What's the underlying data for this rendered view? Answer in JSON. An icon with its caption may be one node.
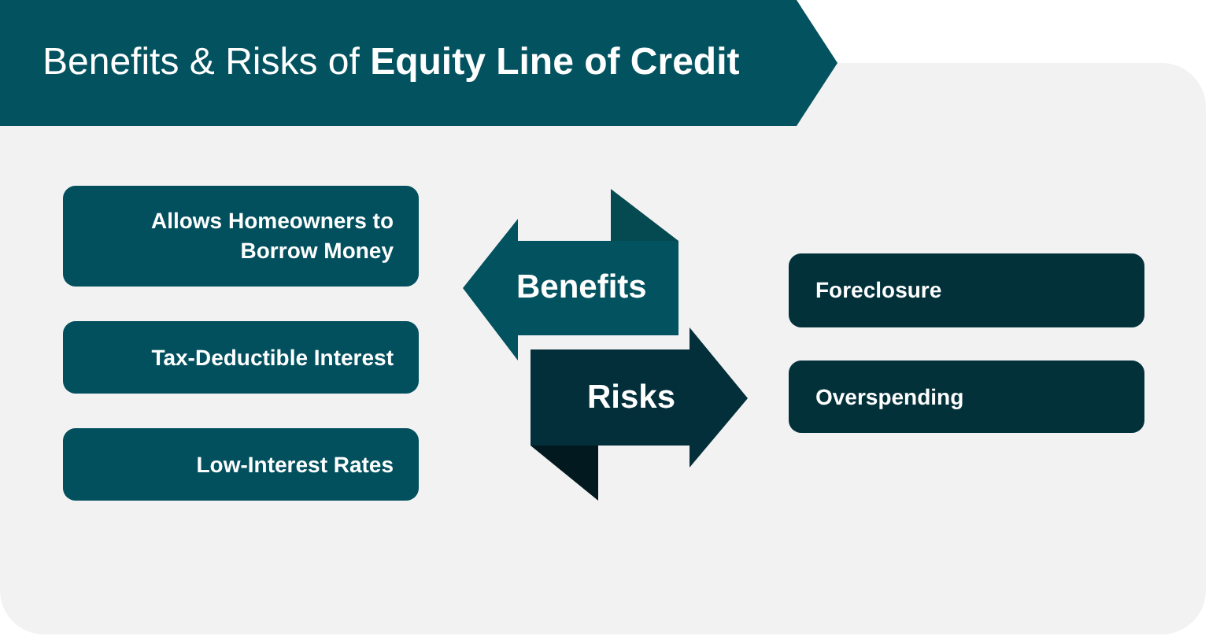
{
  "diagram": {
    "title": "Benefits & Risks of **Equity Line of Credit**",
    "nodes": [
      {
        "text": [
          "Allows Homeowners to Borrow Money"
        ]
      },
      {
        "text": [
          "Tax-Deductible Interest"
        ]
      },
      {
        "text": [
          "Low-Interest Rates"
        ]
      },
      {
        "text": [
          "Benefits"
        ]
      },
      {
        "text": [
          "Risks"
        ]
      },
      {
        "text": [
          "Foreclosure"
        ]
      },
      {
        "text": [
          "Overspending"
        ]
      }
    ]
  }
}
